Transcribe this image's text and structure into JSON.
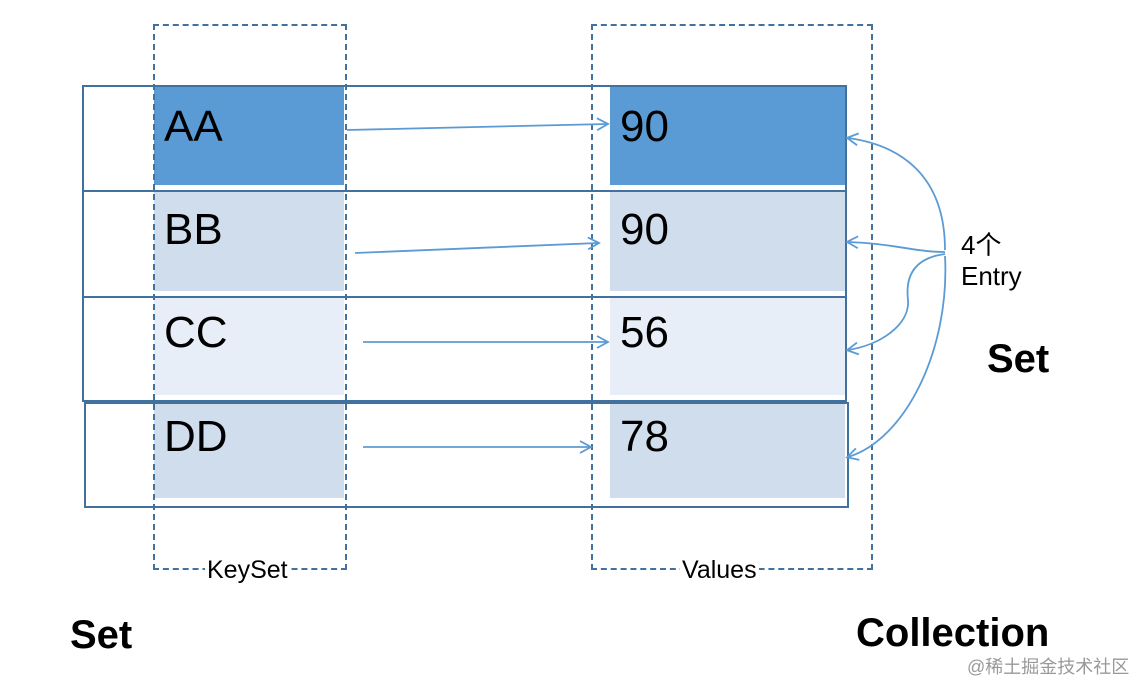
{
  "keys": [
    "AA",
    "BB",
    "CC",
    "DD"
  ],
  "values": [
    "90",
    "90",
    "56",
    "78"
  ],
  "captions": {
    "keyset": "KeySet",
    "values": "Values"
  },
  "entry_label": {
    "line1": "4个",
    "line2": "Entry"
  },
  "labels": {
    "left_set": "Set",
    "right_set": "Set",
    "collection": "Collection"
  },
  "watermark": "@稀土掘金技术社区",
  "colors": {
    "frame": "#41719c",
    "arrow": "#5b9bd5",
    "row1_fill": "#5b9bd5",
    "row2_fill": "#d0dded",
    "row3_fill": "#e8eef7",
    "row4_fill": "#d0dded"
  }
}
